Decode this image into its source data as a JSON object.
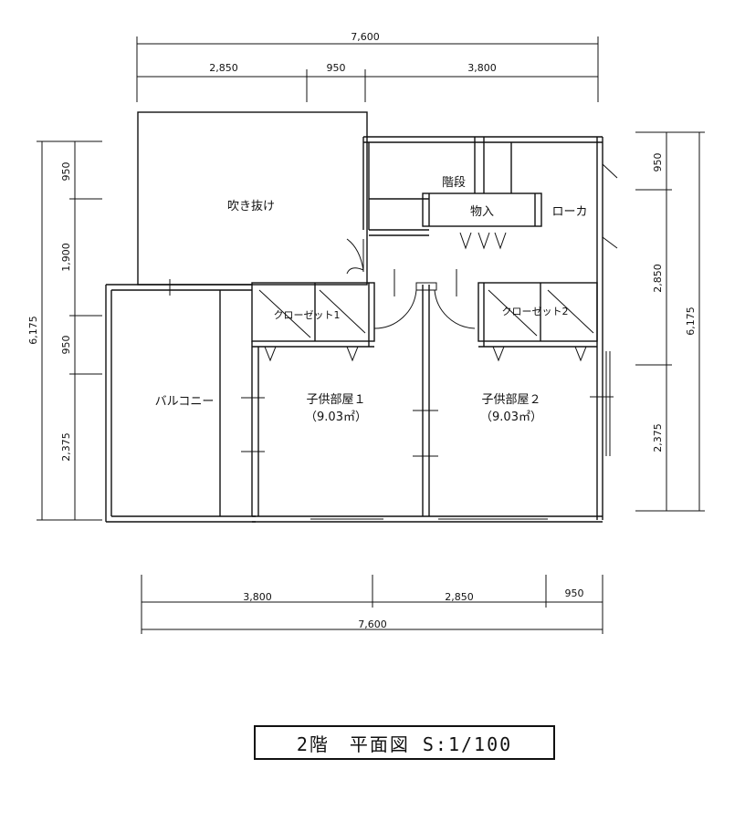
{
  "dimensions": {
    "top_total": "7,600",
    "top_segments": [
      "2,850",
      "950",
      "3,800"
    ],
    "bottom_total": "7,600",
    "bottom_segments": [
      "3,800",
      "2,850",
      "950"
    ],
    "left_total": "6,175",
    "left_segments": [
      "950",
      "1,900",
      "950",
      "2,375"
    ],
    "right_total": "6,175",
    "right_segments": [
      "950",
      "2,850",
      "2,375"
    ]
  },
  "rooms": {
    "fukinuke": "吹き抜け",
    "kaidan": "階段",
    "monoire": "物入",
    "roka": "ローカ",
    "closet1": "クローゼット1",
    "closet2": "クローゼット2",
    "balcony": "バルコニー",
    "kodomo1_name": "子供部屋１",
    "kodomo1_area": "（9.03㎡）",
    "kodomo2_name": "子供部屋２",
    "kodomo2_area": "（9.03㎡）"
  },
  "title": "2階　平面図 S:1/100"
}
